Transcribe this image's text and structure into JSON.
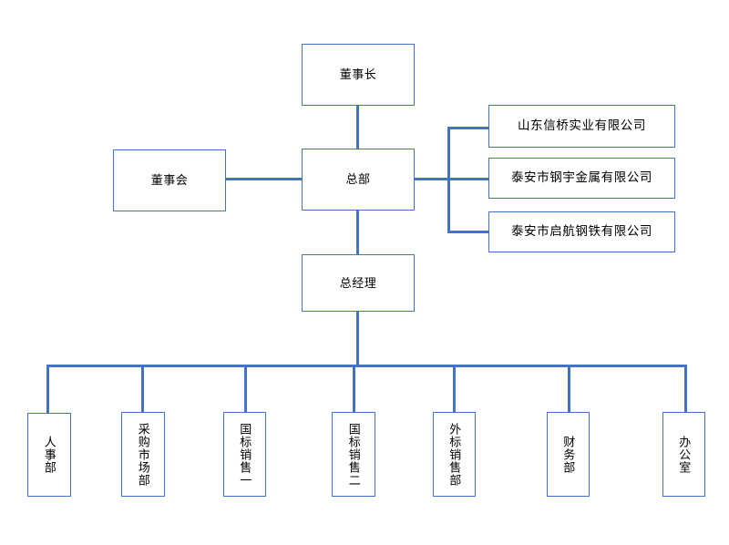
{
  "chart": {
    "type": "org-chart",
    "title": "",
    "orientation": "top-down",
    "colors": {
      "node_border": "#4472C4",
      "node_fill": "#FFFFFF",
      "connector": "#4472C4",
      "text": "#000000",
      "background": "#FFFFFF"
    },
    "nodes": {
      "chairman": {
        "label": "董事长",
        "text_direction": "horizontal"
      },
      "board": {
        "label": "董事会",
        "text_direction": "horizontal"
      },
      "headquarters": {
        "label": "总部",
        "text_direction": "horizontal"
      },
      "general_manager": {
        "label": "总经理",
        "text_direction": "horizontal"
      }
    },
    "subsidiaries": [
      {
        "label": "山东信桥实业有限公司",
        "text_direction": "horizontal"
      },
      {
        "label": "泰安市钢宇金属有限公司",
        "text_direction": "horizontal"
      },
      {
        "label": "泰安市启航钢铁有限公司",
        "text_direction": "horizontal"
      }
    ],
    "departments": [
      {
        "label": "人事部",
        "text_direction": "vertical"
      },
      {
        "label": "采购市场部",
        "text_direction": "vertical"
      },
      {
        "label": "国标销售一",
        "text_direction": "vertical"
      },
      {
        "label": "国标销售二",
        "text_direction": "vertical"
      },
      {
        "label": "外标销售部",
        "text_direction": "vertical"
      },
      {
        "label": "财务部",
        "text_direction": "vertical"
      },
      {
        "label": "办公室",
        "text_direction": "vertical"
      }
    ]
  }
}
